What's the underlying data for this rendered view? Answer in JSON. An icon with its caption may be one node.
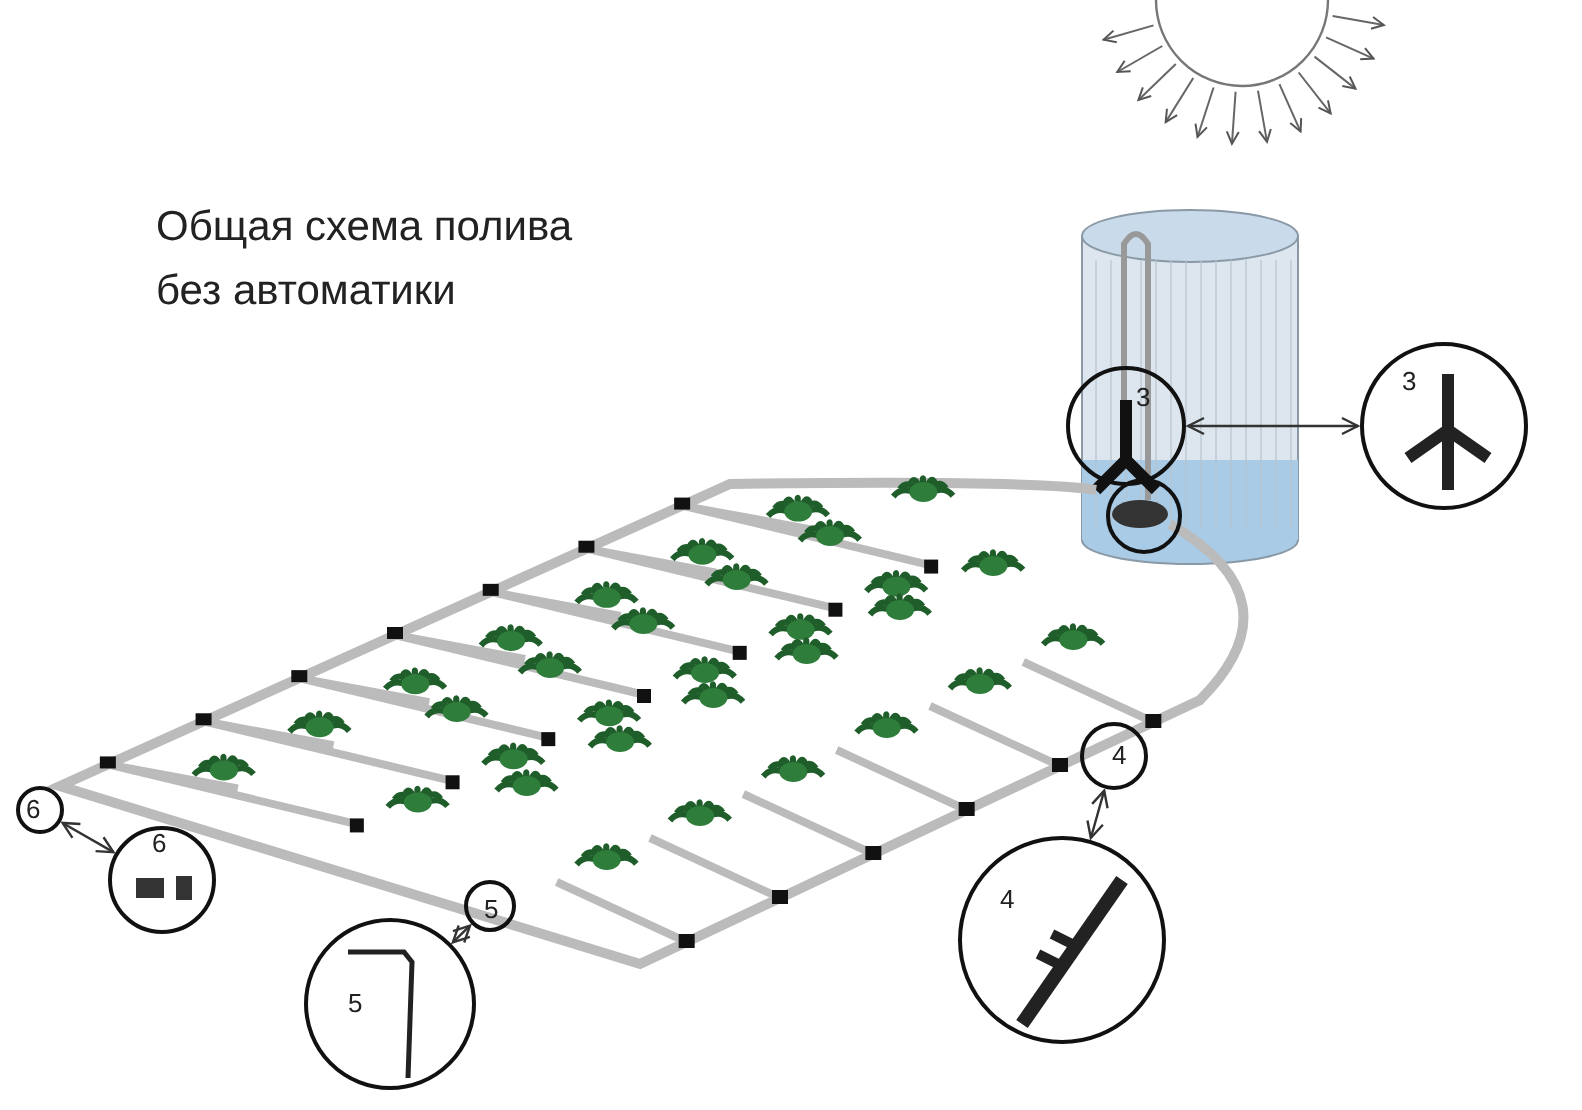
{
  "diagram": {
    "title": "Общая схема полива без автоматики",
    "nodes": [
      {
        "text": [
          "3"
        ]
      },
      {
        "text": [],
        "shape": "circle"
      },
      {
        "text": [
          "3"
        ]
      },
      {
        "text": [
          "4"
        ]
      },
      {
        "text": [
          "4"
        ]
      },
      {
        "text": [
          "5"
        ]
      },
      {
        "text": [
          "5"
        ]
      },
      {
        "text": [
          "6"
        ]
      },
      {
        "text": [
          "6"
        ]
      }
    ],
    "edges": [
      {
        "from": 0,
        "to": 2,
        "arrow": "both"
      },
      {
        "from": 3,
        "to": 4,
        "arrow": "both"
      },
      {
        "from": 5,
        "to": 6,
        "arrow": "both"
      },
      {
        "from": 7,
        "to": 8,
        "arrow": "both"
      }
    ]
  }
}
